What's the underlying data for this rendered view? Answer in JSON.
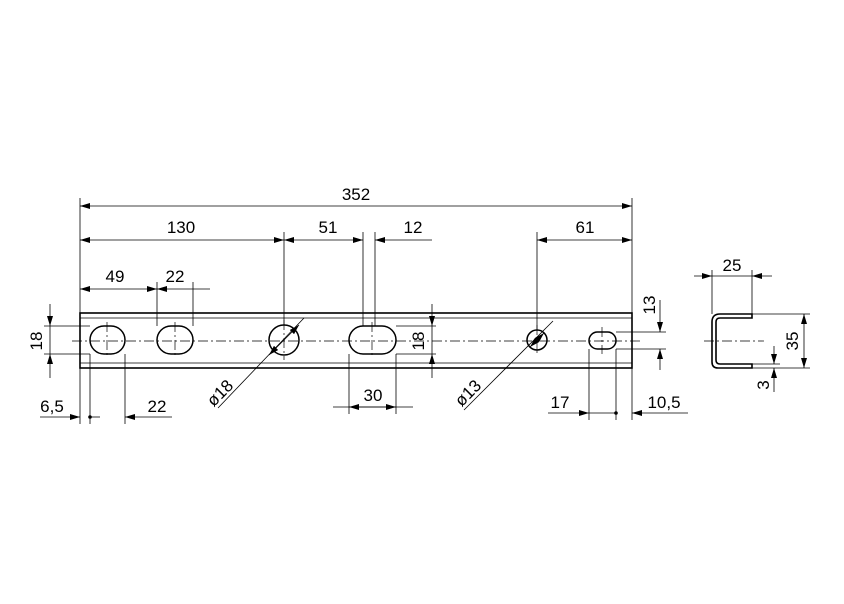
{
  "dimensions": {
    "overall_length": "352",
    "d130": "130",
    "d51": "51",
    "d12": "12",
    "d61": "61",
    "d49": "49",
    "d22_top": "22",
    "d18_left": "18",
    "d18_right": "18",
    "d13": "13",
    "d6_5": "6,5",
    "d22_bottom": "22",
    "d30": "30",
    "d17": "17",
    "d10_5": "10,5",
    "dia18": "ø18",
    "dia13": "ø13",
    "profile_width": "25",
    "profile_height": "35",
    "profile_lip": "3"
  }
}
